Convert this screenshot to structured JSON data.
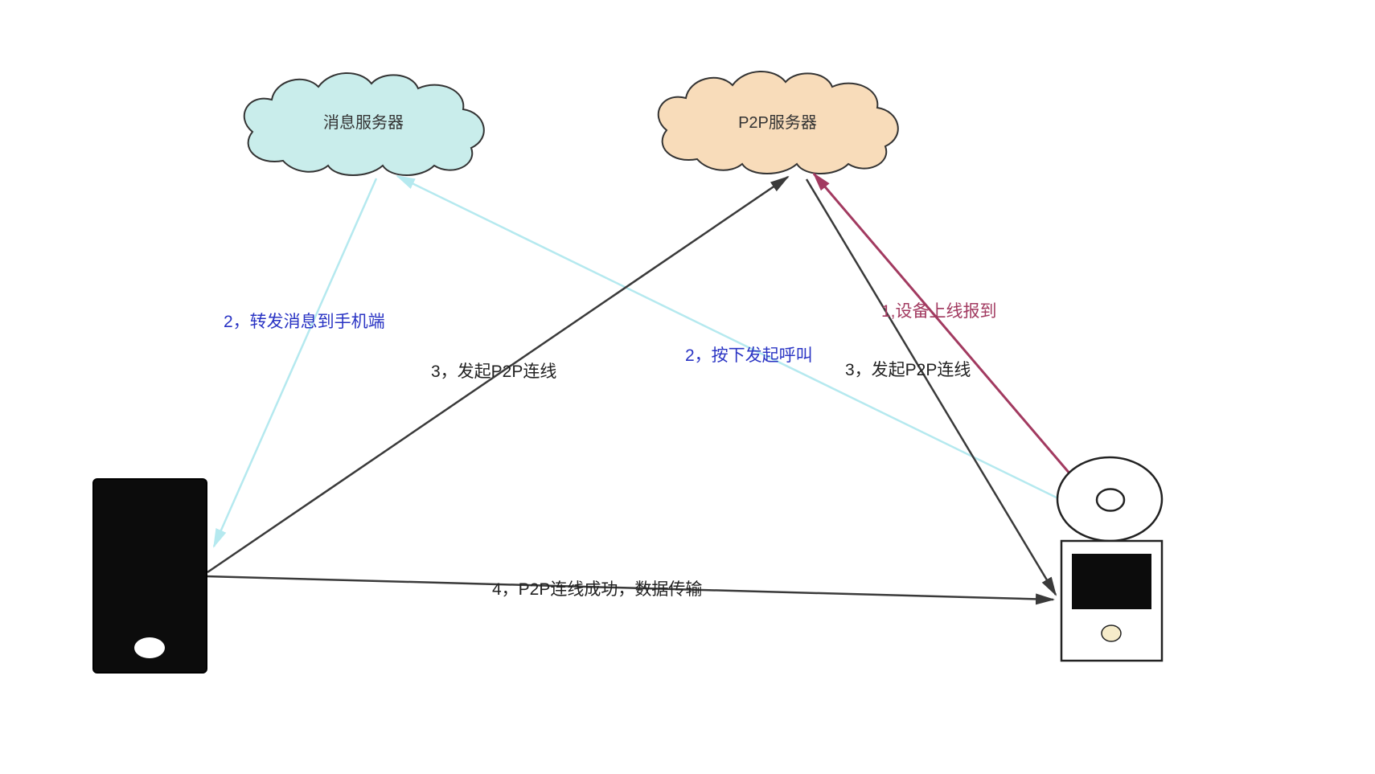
{
  "diagram": {
    "clouds": {
      "message_server": {
        "label": "消息服务器",
        "fill": "#c9edeb"
      },
      "p2p_server": {
        "label": "P2P服务器",
        "fill": "#f8dcba"
      }
    },
    "labels": {
      "device_online": "1,设备上线报到",
      "forward_message": "2，转发消息到手机端",
      "press_call": "2，按下发起呼叫",
      "p2p_connect_left": "3，发起P2P连线",
      "p2p_connect_right": "3，发起P2P连线",
      "p2p_success": "4，P2P连线成功，数据传输"
    },
    "colors": {
      "arrow_cyan": "#b5e9ef",
      "arrow_black": "#3a3a3a",
      "arrow_crimson": "#a23a60",
      "text_blue": "#2a34c4",
      "text_crimson": "#a23a60",
      "text_black": "#222222",
      "text_cloud": "#333333",
      "device_fill": "#0c0c0c",
      "doorbell_button_fill": "#f6ecca"
    }
  }
}
